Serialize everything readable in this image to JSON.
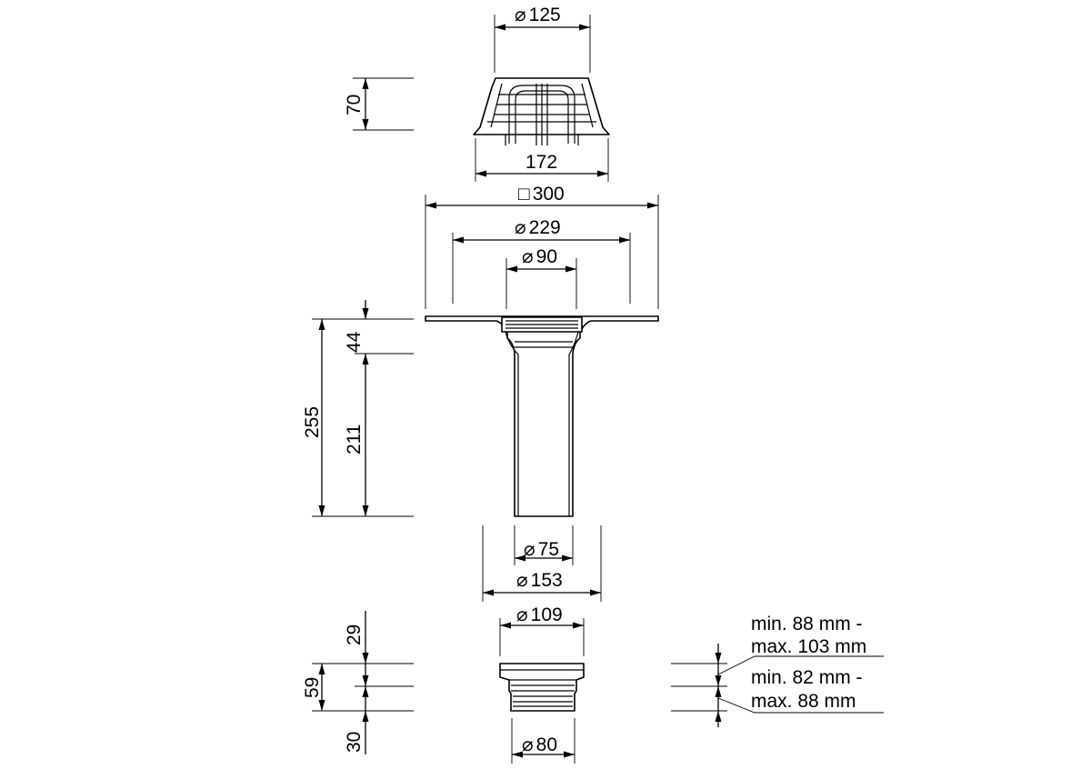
{
  "dimensions": {
    "grate_top_diameter": "125",
    "grate_height": "70",
    "grate_base_width": "172",
    "flange_square": "300",
    "flange_ring_diameter": "229",
    "outlet_inner_diameter": "90",
    "total_height": "255",
    "flange_height": "44",
    "pipe_length": "211",
    "pipe_diameter": "75",
    "pipe_outer_diameter": "153",
    "insert_top_diameter": "109",
    "insert_top_height": "29",
    "insert_mid_height": "59",
    "insert_bottom_height": "30",
    "insert_bottom_diameter": "80"
  },
  "symbols": {
    "diameter": "⌀",
    "square": "□"
  },
  "notes": {
    "range_upper_line1": "min. 88 mm -",
    "range_upper_line2": "max. 103 mm",
    "range_lower_line1": "min. 82 mm -",
    "range_lower_line2": "max. 88 mm"
  }
}
